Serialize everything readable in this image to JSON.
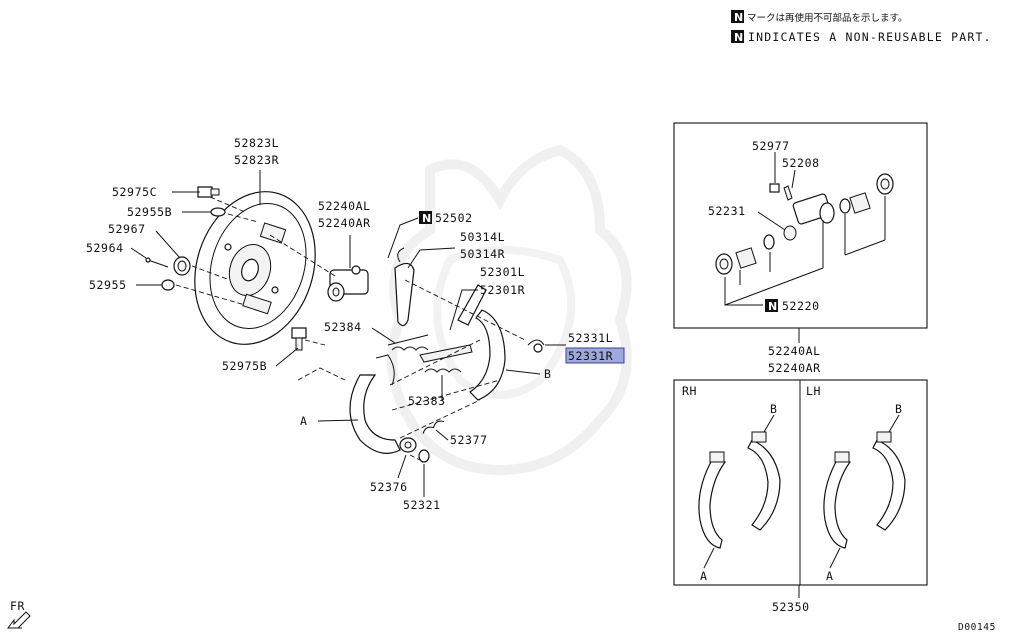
{
  "notice": {
    "jp_text": "マークは再使用不可部品を示します。",
    "en_text": "INDICATES A NON-REUSABLE PART.",
    "badge": "N"
  },
  "labels": {
    "p52823L": "52823L",
    "p52823R": "52823R",
    "p52975C": "52975C",
    "p52955B": "52955B",
    "p52967": "52967",
    "p52964": "52964",
    "p52955": "52955",
    "p52975B": "52975B",
    "p52240AL": "52240AL",
    "p52240AR": "52240AR",
    "p52502": "52502",
    "p50314L": "50314L",
    "p50314R": "50314R",
    "p52301L": "52301L",
    "p52301R": "52301R",
    "p52384": "52384",
    "p52331L": "52331L",
    "p52331R": "52331R",
    "p52383": "52383",
    "p52377": "52377",
    "p52376": "52376",
    "p52321": "52321",
    "shoeA": "A",
    "shoeB": "B",
    "inset_top": {
      "p52977": "52977",
      "p52208": "52208",
      "p52231": "52231",
      "p52220": "52220"
    },
    "p52240AL_box": "52240AL",
    "p52240AR_box": "52240AR",
    "inset_bottom": {
      "rh": "RH",
      "lh": "LH",
      "rhB": "B",
      "rhA": "A",
      "lhB": "B",
      "lhA": "A",
      "p52350": "52350"
    },
    "fr": "FR",
    "diagram_code": "D00145"
  },
  "colors": {
    "line": "#111111",
    "highlight": "#9fa8dc",
    "highlight_border": "#3a3f8f",
    "badge": "#111111",
    "watermark": "#eeeeee"
  }
}
